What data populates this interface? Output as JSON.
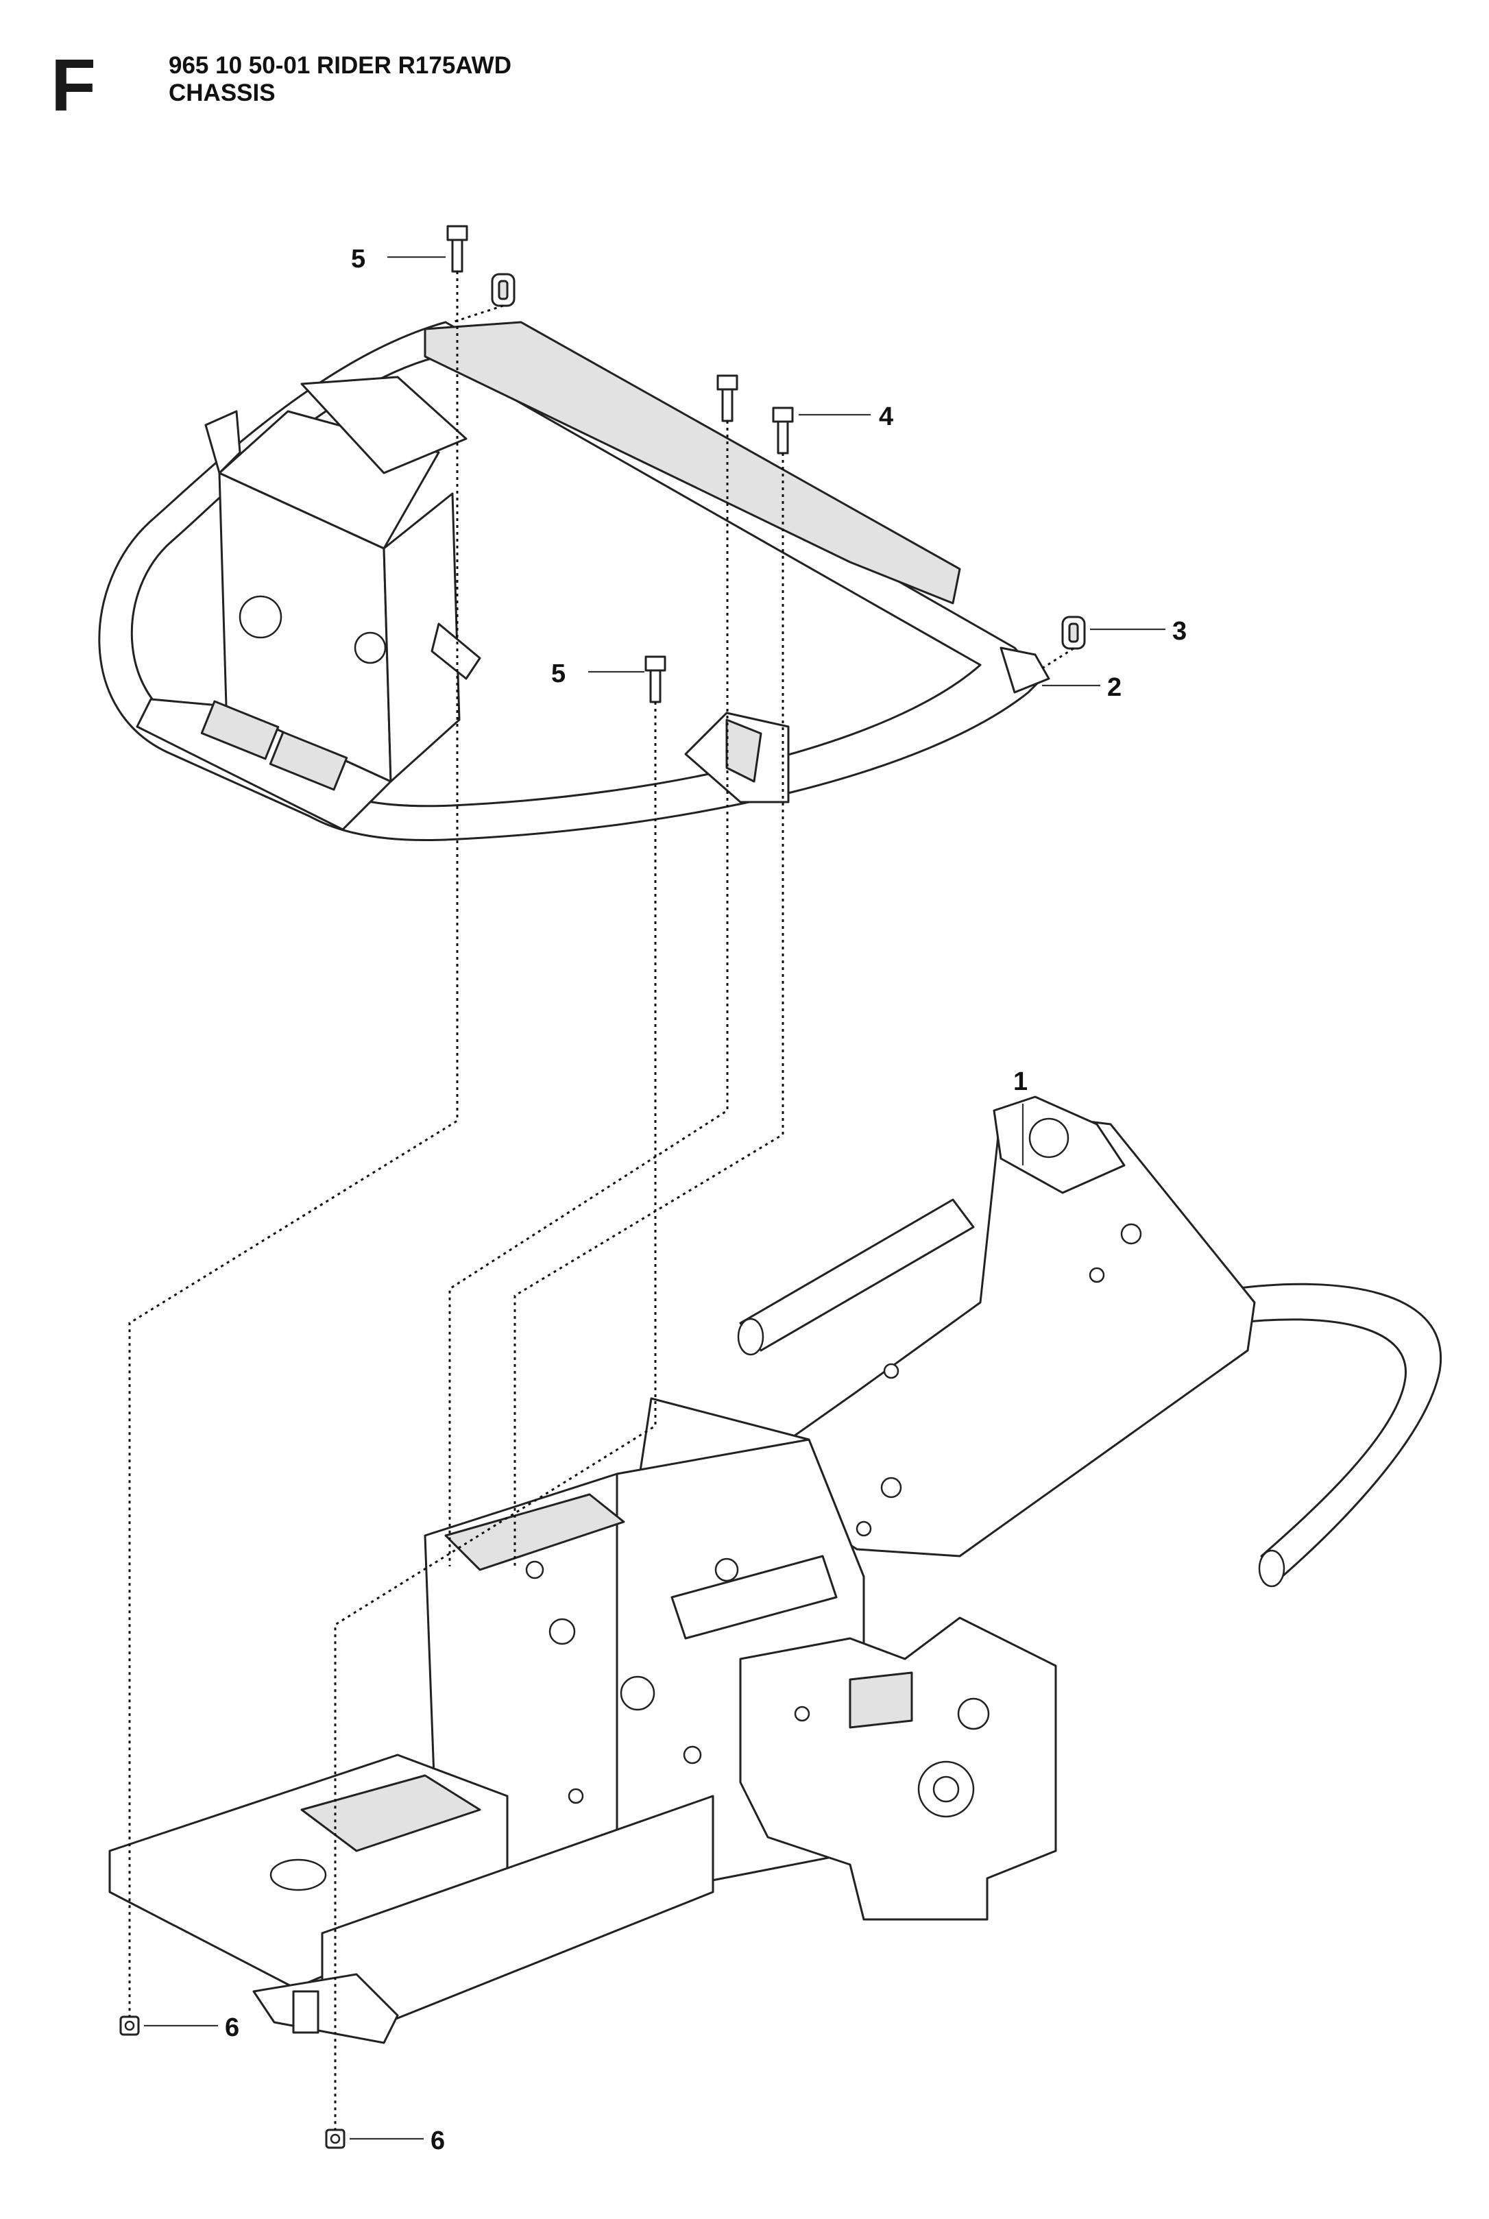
{
  "header": {
    "section_letter": "F",
    "model_line": "965 10 50-01 RIDER R175AWD",
    "section_name": "CHASSIS"
  },
  "callouts": [
    {
      "number": "1"
    },
    {
      "number": "2"
    },
    {
      "number": "3"
    },
    {
      "number": "4"
    },
    {
      "number": "5"
    },
    {
      "number": "5"
    },
    {
      "number": "6"
    },
    {
      "number": "6"
    }
  ]
}
